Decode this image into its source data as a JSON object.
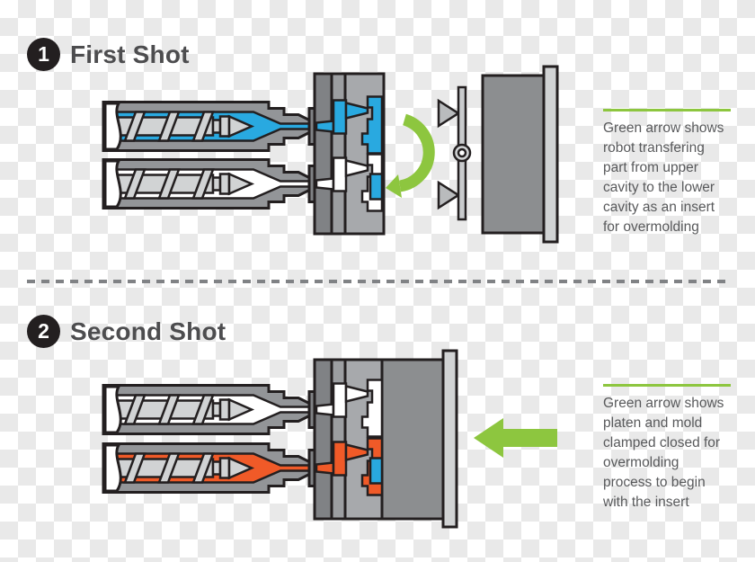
{
  "colors": {
    "blue": "#29A9E0",
    "orange": "#F05A28",
    "green": "#8DC63F",
    "white": "#FFFFFF",
    "outline": "#231F20",
    "barrel_gray": "#939598",
    "screw_gray": "#D1D3D4",
    "plate_dark": "#808285",
    "plate_mid": "#9C9EA1",
    "plate_light": "#A7A9AC",
    "platen_gray": "#8C8E90",
    "platen_bar_gray": "#D1D3D4",
    "robot_gray": "#C9CBCD",
    "robot_triangle_gray": "#B9BBBD",
    "checker_light": "#FFFFFF",
    "checker_dark": "#E9E9E9",
    "heading_gray": "#4D4D4F",
    "text_gray": "#58595B",
    "badge_black": "#231F20",
    "divider_gray": "#808285"
  },
  "shot1": {
    "badge": "1",
    "title": "First Shot",
    "note": "Green arrow shows\nrobot transfering\npart from upper\ncavity to the lower\ncavity as an insert\nfor overmolding"
  },
  "shot2": {
    "badge": "2",
    "title": "Second Shot",
    "note": "Green arrow shows\nplaten and mold\nclamped closed for\novermolding\nprocess to begin\nwith the insert"
  }
}
